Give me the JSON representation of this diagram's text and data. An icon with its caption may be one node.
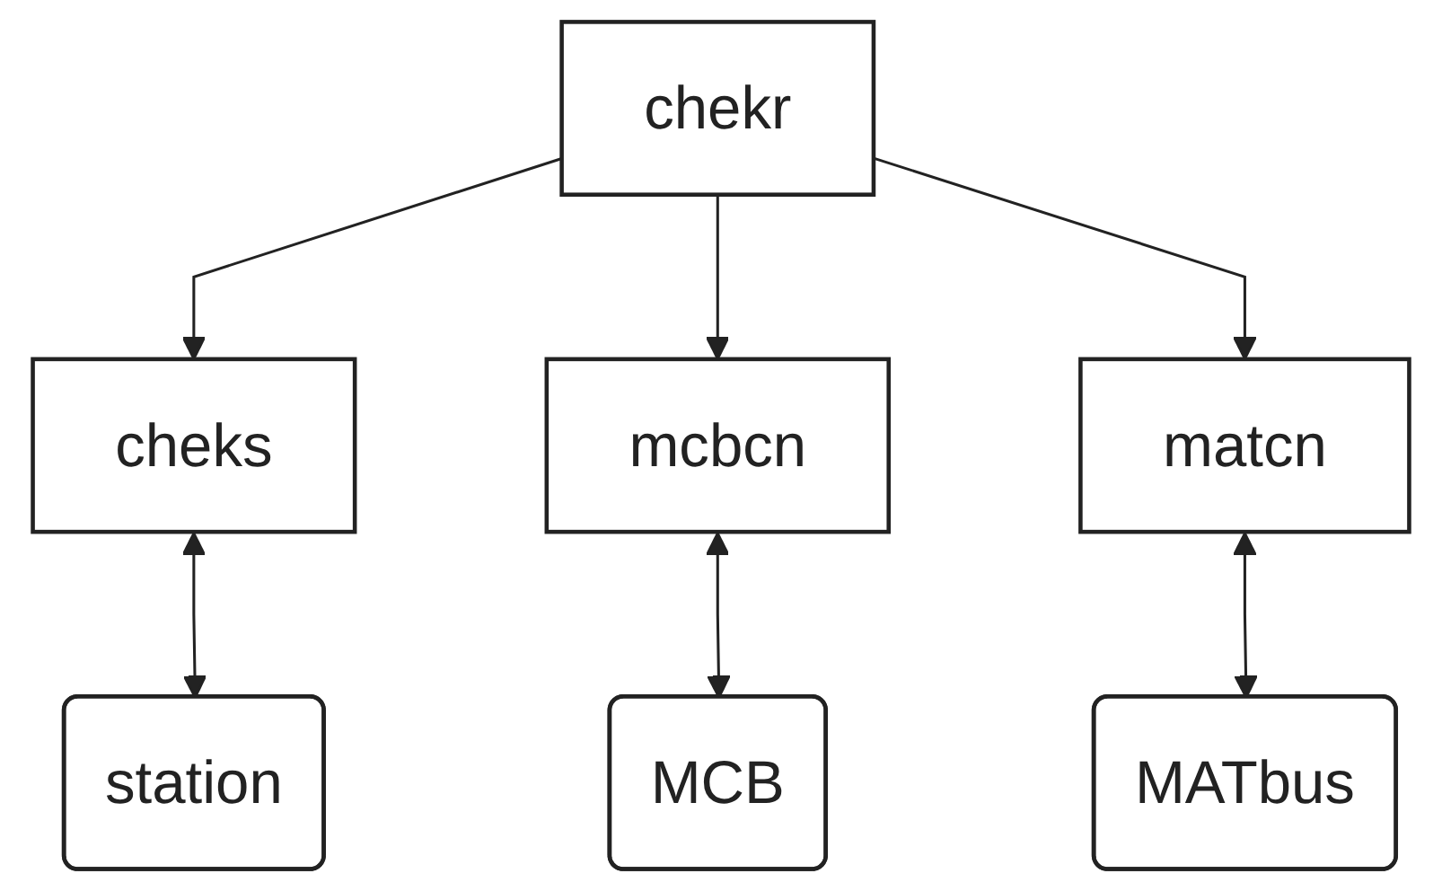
{
  "diagram": {
    "nodes": [
      {
        "text": [
          "chekr"
        ]
      },
      {
        "text": [
          "cheks"
        ]
      },
      {
        "text": [
          "mcbcn"
        ]
      },
      {
        "text": [
          "matcn"
        ]
      },
      {
        "text": [
          "station"
        ]
      },
      {
        "text": [
          "MCB"
        ]
      },
      {
        "text": [
          "MATbus"
        ]
      }
    ],
    "edges": [
      {
        "from": 0,
        "to": 1,
        "arrow": "to"
      },
      {
        "from": 0,
        "to": 2,
        "arrow": "to"
      },
      {
        "from": 0,
        "to": 3,
        "arrow": "to"
      },
      {
        "from": 1,
        "to": 4,
        "arrow": "both"
      },
      {
        "from": 2,
        "to": 5,
        "arrow": "both"
      },
      {
        "from": 3,
        "to": 6,
        "arrow": "both"
      }
    ]
  }
}
